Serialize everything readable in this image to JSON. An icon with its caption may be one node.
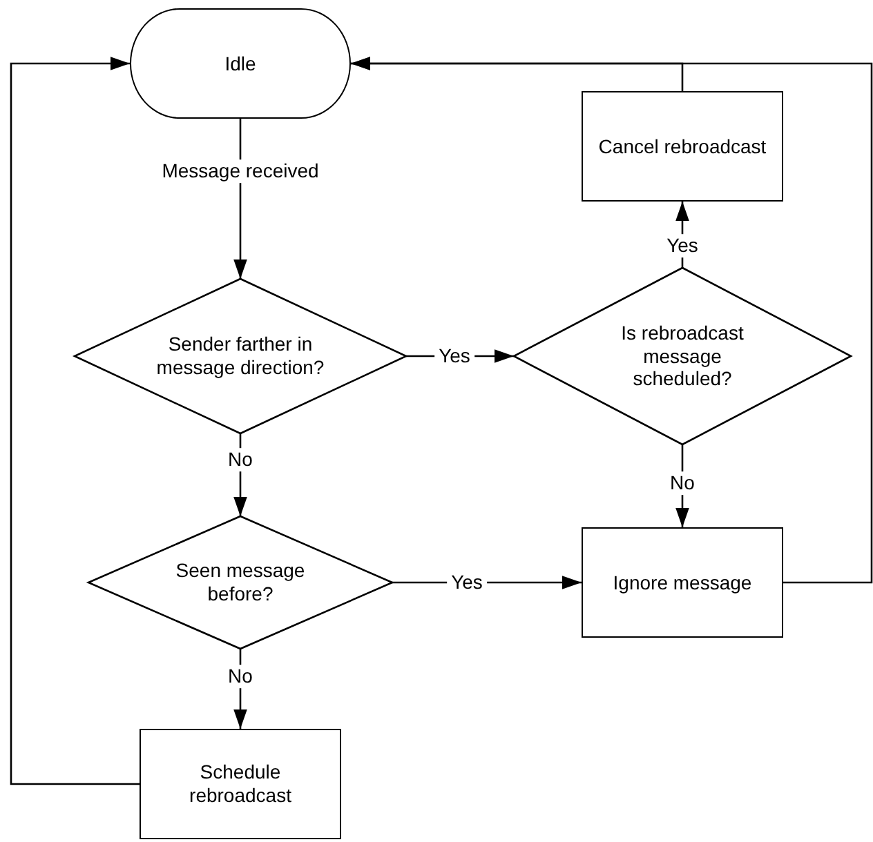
{
  "diagram": {
    "nodes": [
      {
        "text": [
          "Idle"
        ]
      },
      {
        "text": [
          "Cancel rebroadcast"
        ]
      },
      {
        "text": [
          "Sender farther in message direction?"
        ]
      },
      {
        "text": [
          "Is rebroadcast message scheduled?"
        ]
      },
      {
        "text": [
          "Seen message before?"
        ]
      },
      {
        "text": [
          "Ignore message"
        ]
      },
      {
        "text": [
          "Schedule rebroadcast"
        ]
      }
    ],
    "edges": [
      {
        "from": 0,
        "to": 2,
        "arrow": "to",
        "label": "Message received"
      },
      {
        "from": 2,
        "to": 3,
        "arrow": "to",
        "label": "Yes"
      },
      {
        "from": 3,
        "to": 1,
        "arrow": "to",
        "label": "Yes"
      },
      {
        "from": 3,
        "to": 5,
        "arrow": "to",
        "label": "No"
      },
      {
        "from": 2,
        "to": 4,
        "arrow": "to",
        "label": "No"
      },
      {
        "from": 4,
        "to": 5,
        "arrow": "to",
        "label": "Yes"
      },
      {
        "from": 4,
        "to": 6,
        "arrow": "to",
        "label": "No"
      },
      {
        "from": 6,
        "to": 0,
        "arrow": "to"
      },
      {
        "from": 1,
        "to": 0,
        "arrow": "to"
      },
      {
        "from": 5,
        "to": 0,
        "arrow": "to"
      }
    ]
  }
}
